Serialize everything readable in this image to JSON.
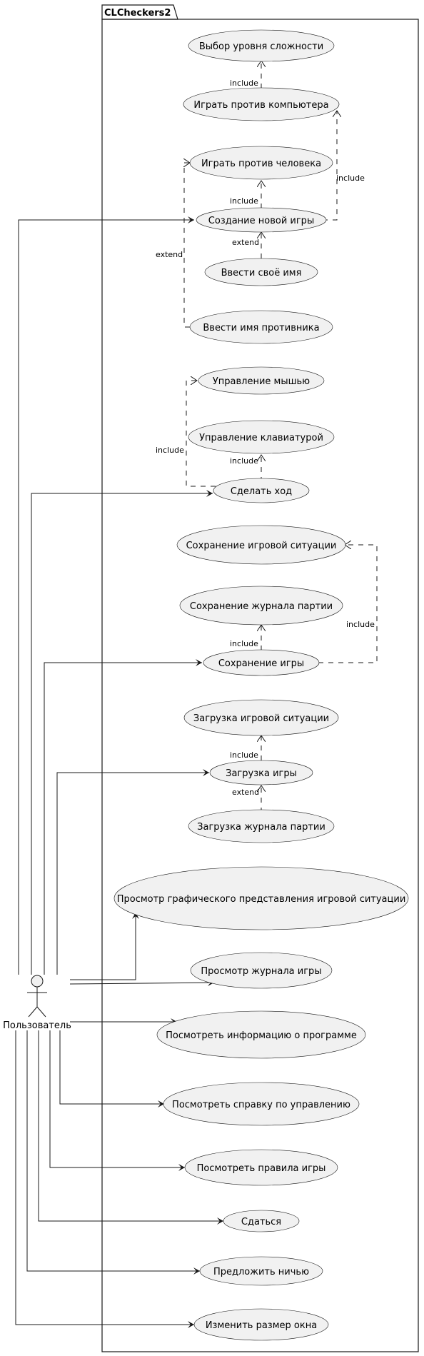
{
  "package": {
    "title": "CLCheckers2"
  },
  "actor": {
    "name": "Пользователь"
  },
  "use_cases": {
    "difficulty": "Выбор уровня сложности",
    "vs_computer": "Играть против компьютера",
    "vs_human": "Играть против человека",
    "new_game": "Создание новой игры",
    "enter_own_name": "Ввести своё имя",
    "enter_opponent_name": "Ввести имя противника",
    "mouse_control": "Управление мышью",
    "keyboard_control": "Управление клавиатурой",
    "make_move": "Сделать ход",
    "save_situation": "Сохранение игровой ситуации",
    "save_log": "Сохранение журнала партии",
    "save_game": "Сохранение игры",
    "load_situation": "Загрузка игровой ситуации",
    "load_game": "Загрузка игры",
    "load_log": "Загрузка журнала партии",
    "view_graphics": "Просмотр графического представления игровой ситуации",
    "view_log": "Просмотр журнала игры",
    "about": "Посмотреть информацию о программе",
    "controls_help": "Посмотреть справку по управлению",
    "rules": "Посмотреть правила игры",
    "surrender": "Сдаться",
    "offer_draw": "Предложить ничью",
    "resize_window": "Изменить размер окна"
  },
  "stereotypes": {
    "include": "include",
    "extend": "extend"
  }
}
